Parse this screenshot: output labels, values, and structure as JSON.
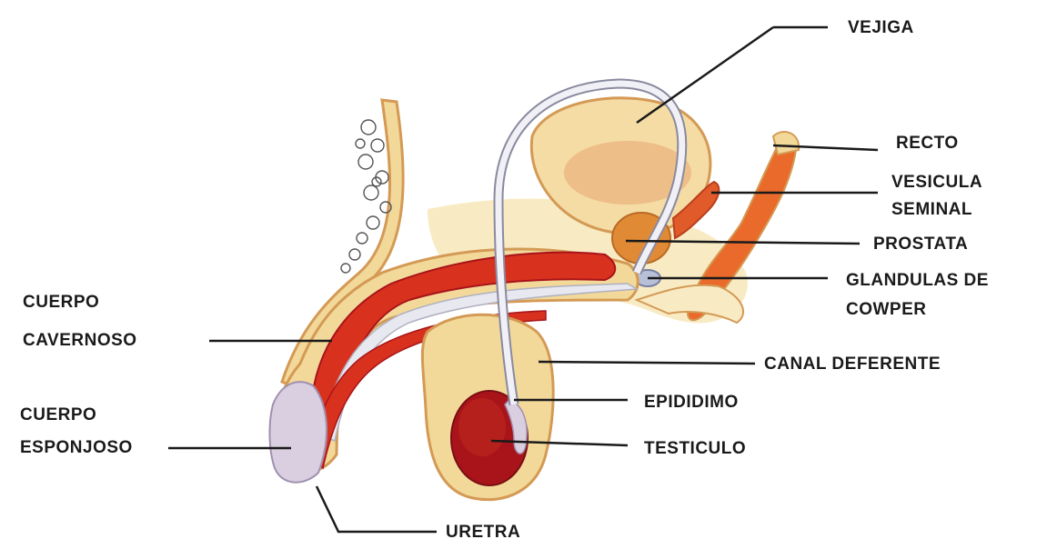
{
  "labels": {
    "vejiga": "VEJIGA",
    "recto": "RECTO",
    "vesicula_line1": "VESICULA",
    "vesicula_line2": "SEMINAL",
    "prostata": "PROSTATA",
    "cowper_line1": "GLANDULAS DE",
    "cowper_line2": "COWPER",
    "cuerpo_cav_line1": "CUERPO",
    "cuerpo_cav_line2": "CAVERNOSO",
    "canal": "CANAL DEFERENTE",
    "epididimo": "EPIDIDIMO",
    "cuerpo_esp_line1": "CUERPO",
    "cuerpo_esp_line2": "ESPONJOSO",
    "testiculo": "TESTICULO",
    "uretra": "URETRA"
  },
  "colors": {
    "background": "#ffffff",
    "tissue": "#f2d99a",
    "tissue_light": "#f8ebc4",
    "outline": "#d49a55",
    "red": "#d8321e",
    "dark_red": "#a8141a",
    "spongy": "#d9cfe0",
    "vessel": "#e8e8f0",
    "prostate": "#e08a35",
    "leader_line": "#1a1a1a"
  }
}
